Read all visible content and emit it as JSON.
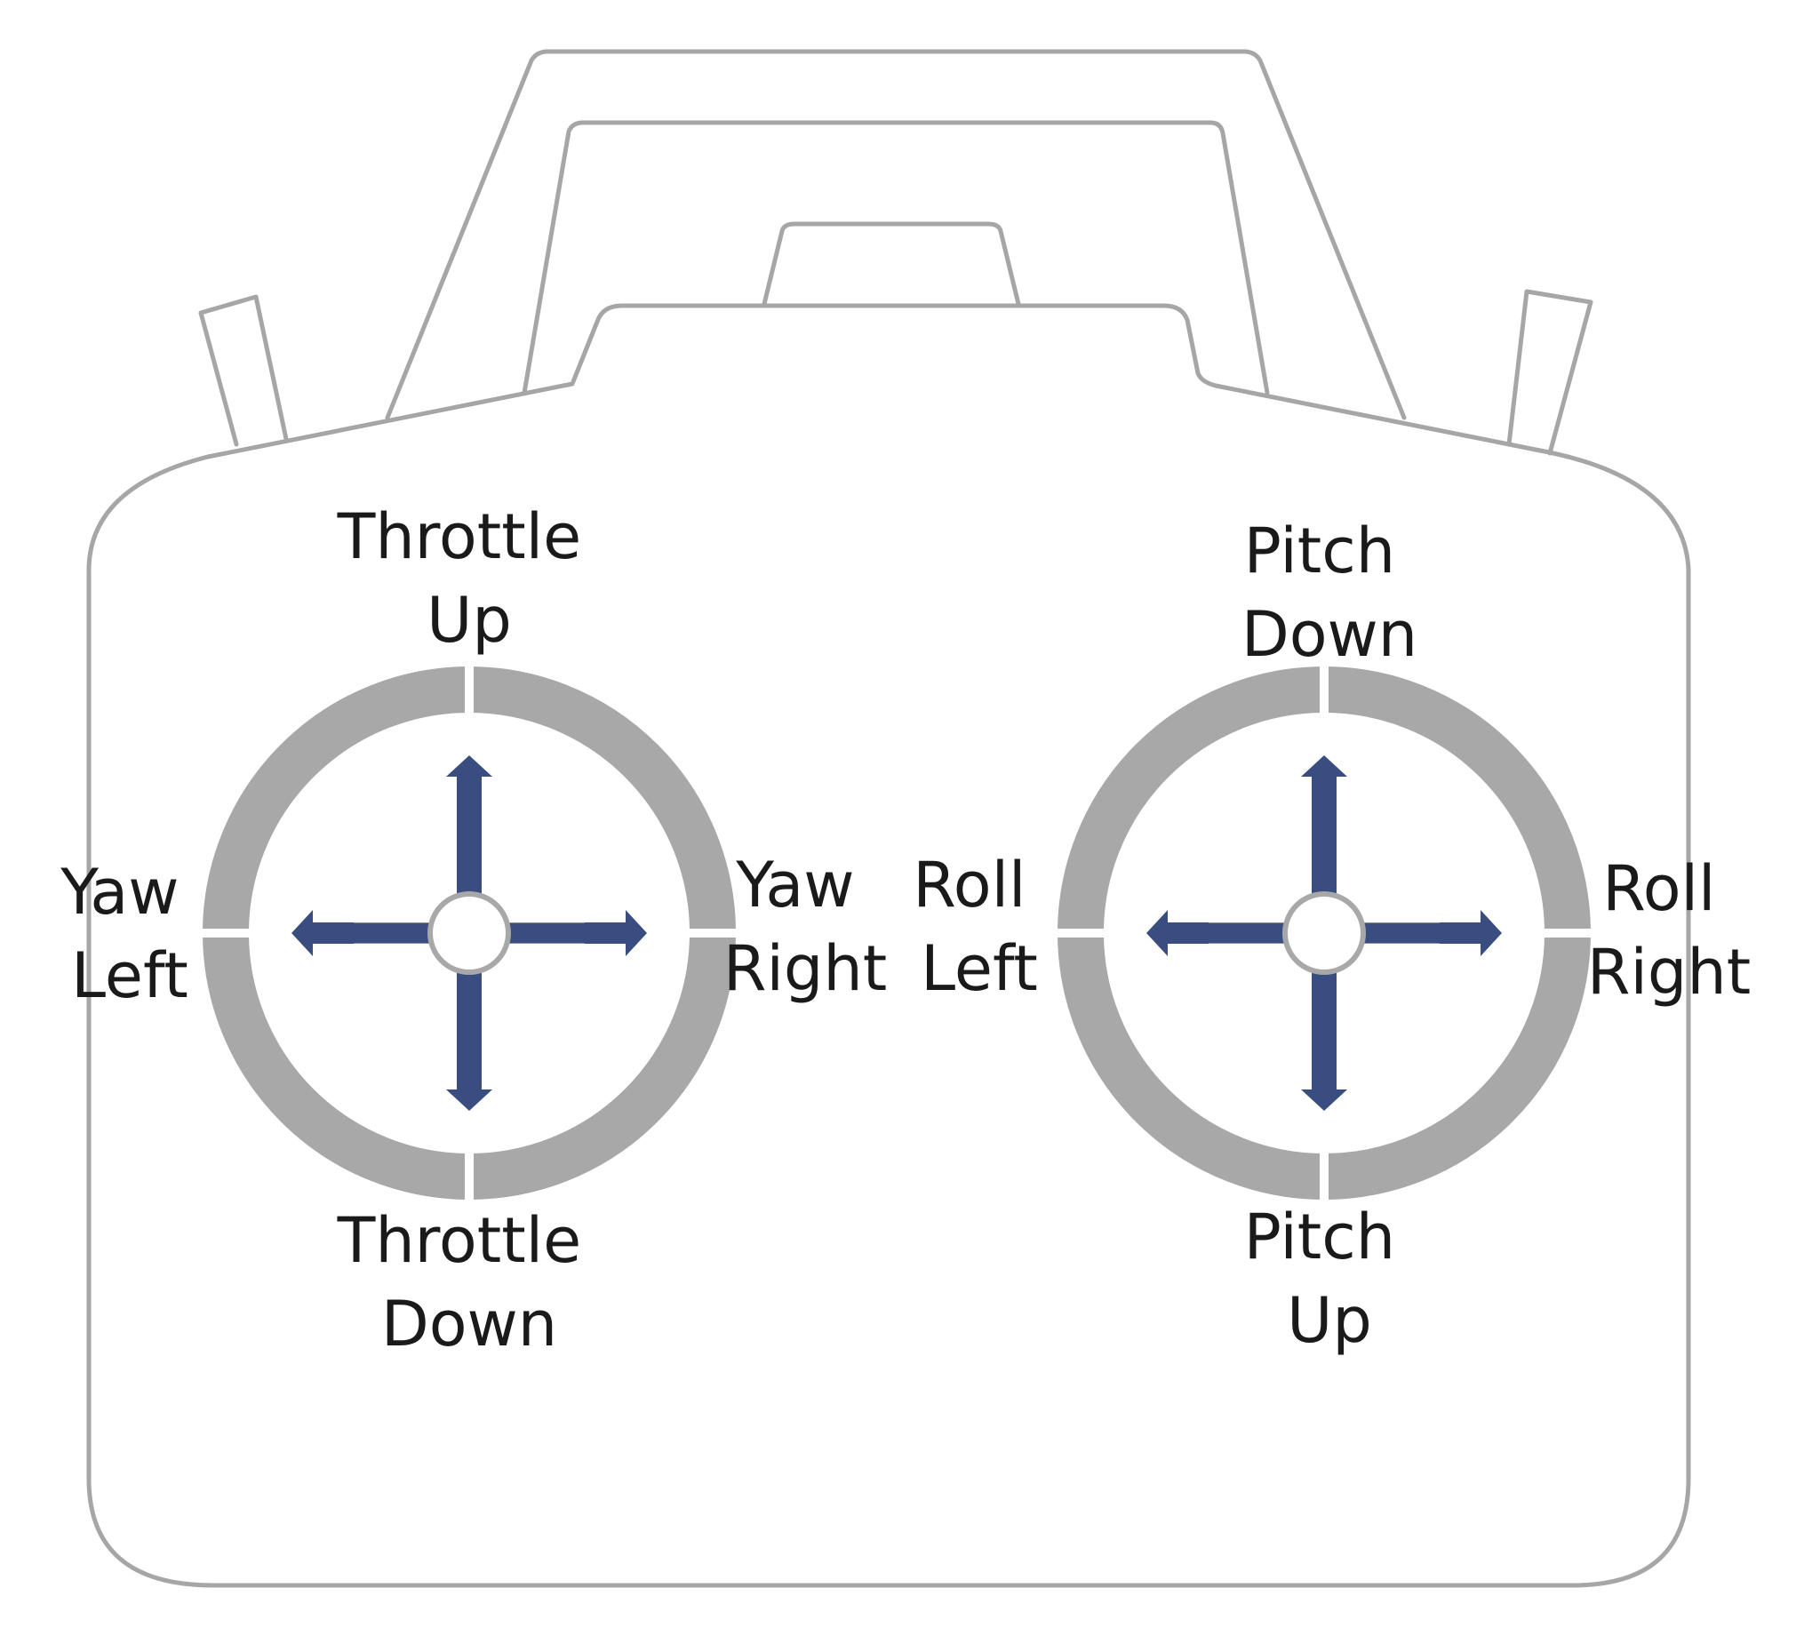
{
  "left_stick": {
    "up_label": [
      "Throttle",
      "Up"
    ],
    "down_label": [
      "Throttle",
      "Down"
    ],
    "left_label": [
      "Yaw",
      "Left"
    ],
    "right_label": [
      "Yaw",
      "Right"
    ]
  },
  "right_stick": {
    "up_label": [
      "Pitch",
      "Down"
    ],
    "down_label": [
      "Pitch",
      "Up"
    ],
    "left_label": [
      "Roll",
      "Left"
    ],
    "right_label": [
      "Roll",
      "Right"
    ]
  },
  "colors": {
    "outline": "#a6a6a6",
    "ring": "#a8a8a8",
    "arrow": "#3a4d80",
    "text": "#1a1a1a"
  }
}
